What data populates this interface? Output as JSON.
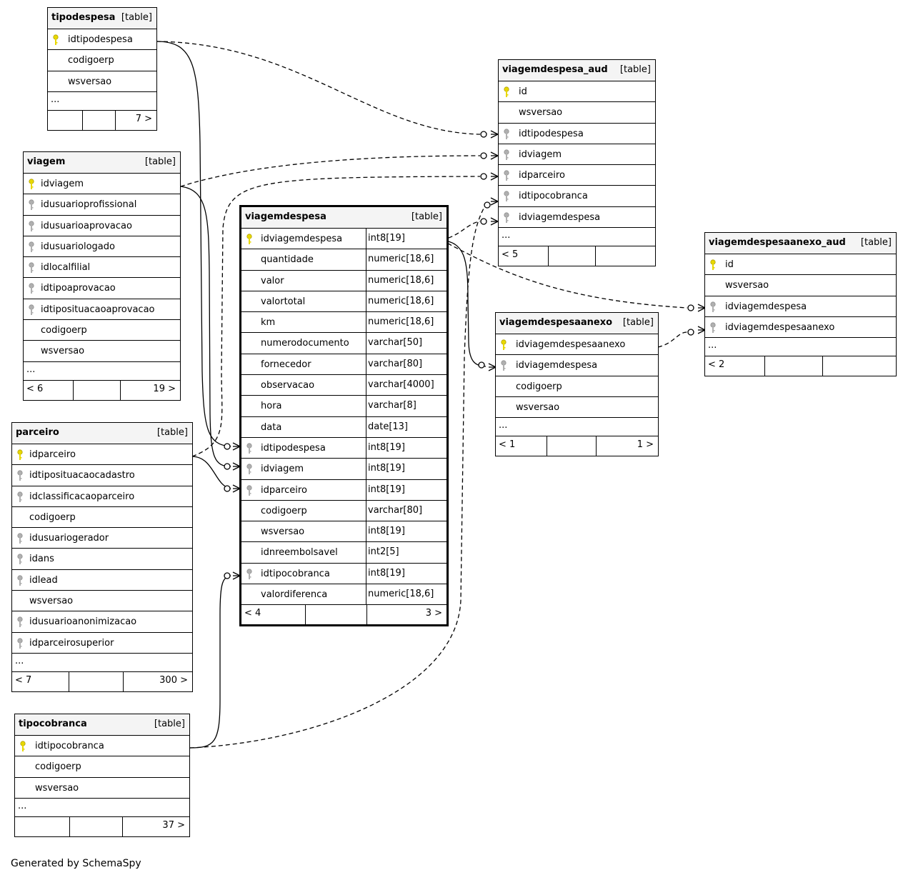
{
  "tables": {
    "tipodespesa": {
      "name": "tipodespesa",
      "type": "[table]",
      "columns": [
        "idtipodespesa",
        "codigoerp",
        "wsversao"
      ],
      "pk": [
        0
      ],
      "fk": [],
      "ellipsis": "...",
      "footer": {
        "left": "",
        "right": "7 >"
      }
    },
    "viagem": {
      "name": "viagem",
      "type": "[table]",
      "columns": [
        "idviagem",
        "idusuarioprofissional",
        "idusuarioaprovacao",
        "idusuariologado",
        "idlocalfilial",
        "idtipoaprovacao",
        "idtiposituacaoaprovacao",
        "codigoerp",
        "wsversao"
      ],
      "pk": [
        0
      ],
      "fk": [
        1,
        2,
        3,
        4,
        5,
        6
      ],
      "ellipsis": "...",
      "footer": {
        "left": "< 6",
        "right": "19 >"
      }
    },
    "parceiro": {
      "name": "parceiro",
      "type": "[table]",
      "columns": [
        "idparceiro",
        "idtiposituacaocadastro",
        "idclassificacaoparceiro",
        "codigoerp",
        "idusuariogerador",
        "idans",
        "idlead",
        "wsversao",
        "idusuarioanonimizacao",
        "idparceirosuperior"
      ],
      "pk": [
        0
      ],
      "fk": [
        1,
        2,
        4,
        5,
        6,
        8,
        9
      ],
      "ellipsis": "...",
      "footer": {
        "left": "< 7",
        "right": "300 >"
      }
    },
    "tipocobranca": {
      "name": "tipocobranca",
      "type": "[table]",
      "columns": [
        "idtipocobranca",
        "codigoerp",
        "wsversao"
      ],
      "pk": [
        0
      ],
      "fk": [],
      "ellipsis": "...",
      "footer": {
        "left": "",
        "right": "37 >"
      }
    },
    "viagemdespesa": {
      "name": "viagemdespesa",
      "type": "[table]",
      "columns": [
        "idviagemdespesa",
        "quantidade",
        "valor",
        "valortotal",
        "km",
        "numerodocumento",
        "fornecedor",
        "observacao",
        "hora",
        "data",
        "idtipodespesa",
        "idviagem",
        "idparceiro",
        "codigoerp",
        "wsversao",
        "idnreembolsavel",
        "idtipocobranca",
        "valordiferenca"
      ],
      "types": [
        "int8[19]",
        "numeric[18,6]",
        "numeric[18,6]",
        "numeric[18,6]",
        "numeric[18,6]",
        "varchar[50]",
        "varchar[80]",
        "varchar[4000]",
        "varchar[8]",
        "date[13]",
        "int8[19]",
        "int8[19]",
        "int8[19]",
        "varchar[80]",
        "int8[19]",
        "int2[5]",
        "int8[19]",
        "numeric[18,6]"
      ],
      "pk": [
        0
      ],
      "fk": [
        10,
        11,
        12,
        16
      ],
      "footer": {
        "left": "< 4",
        "right": "3 >"
      }
    },
    "viagemdespesa_aud": {
      "name": "viagemdespesa_aud",
      "type": "[table]",
      "columns": [
        "id",
        "wsversao",
        "idtipodespesa",
        "idviagem",
        "idparceiro",
        "idtipocobranca",
        "idviagemdespesa"
      ],
      "pk": [
        0
      ],
      "fk": [
        2,
        3,
        4,
        5,
        6
      ],
      "ellipsis": "...",
      "footer": {
        "left": "< 5",
        "right": ""
      }
    },
    "viagemdespesaanexo": {
      "name": "viagemdespesaanexo",
      "type": "[table]",
      "columns": [
        "idviagemdespesaanexo",
        "idviagemdespesa",
        "codigoerp",
        "wsversao"
      ],
      "pk": [
        0
      ],
      "fk": [
        1
      ],
      "ellipsis": "...",
      "footer": {
        "left": "< 1",
        "right": "1 >"
      }
    },
    "viagemdespesaanexo_aud": {
      "name": "viagemdespesaanexo_aud",
      "type": "[table]",
      "columns": [
        "id",
        "wsversao",
        "idviagemdespesa",
        "idviagemdespesaanexo"
      ],
      "pk": [
        0
      ],
      "fk": [
        2,
        3
      ],
      "ellipsis": "...",
      "footer": {
        "left": "< 2",
        "right": ""
      }
    }
  },
  "colors": {
    "pk_key": "#e8d800",
    "fk_key": "#b0b0b0",
    "header_bg": "#f4f4f4"
  },
  "generated_by": "Generated by SchemaSpy"
}
